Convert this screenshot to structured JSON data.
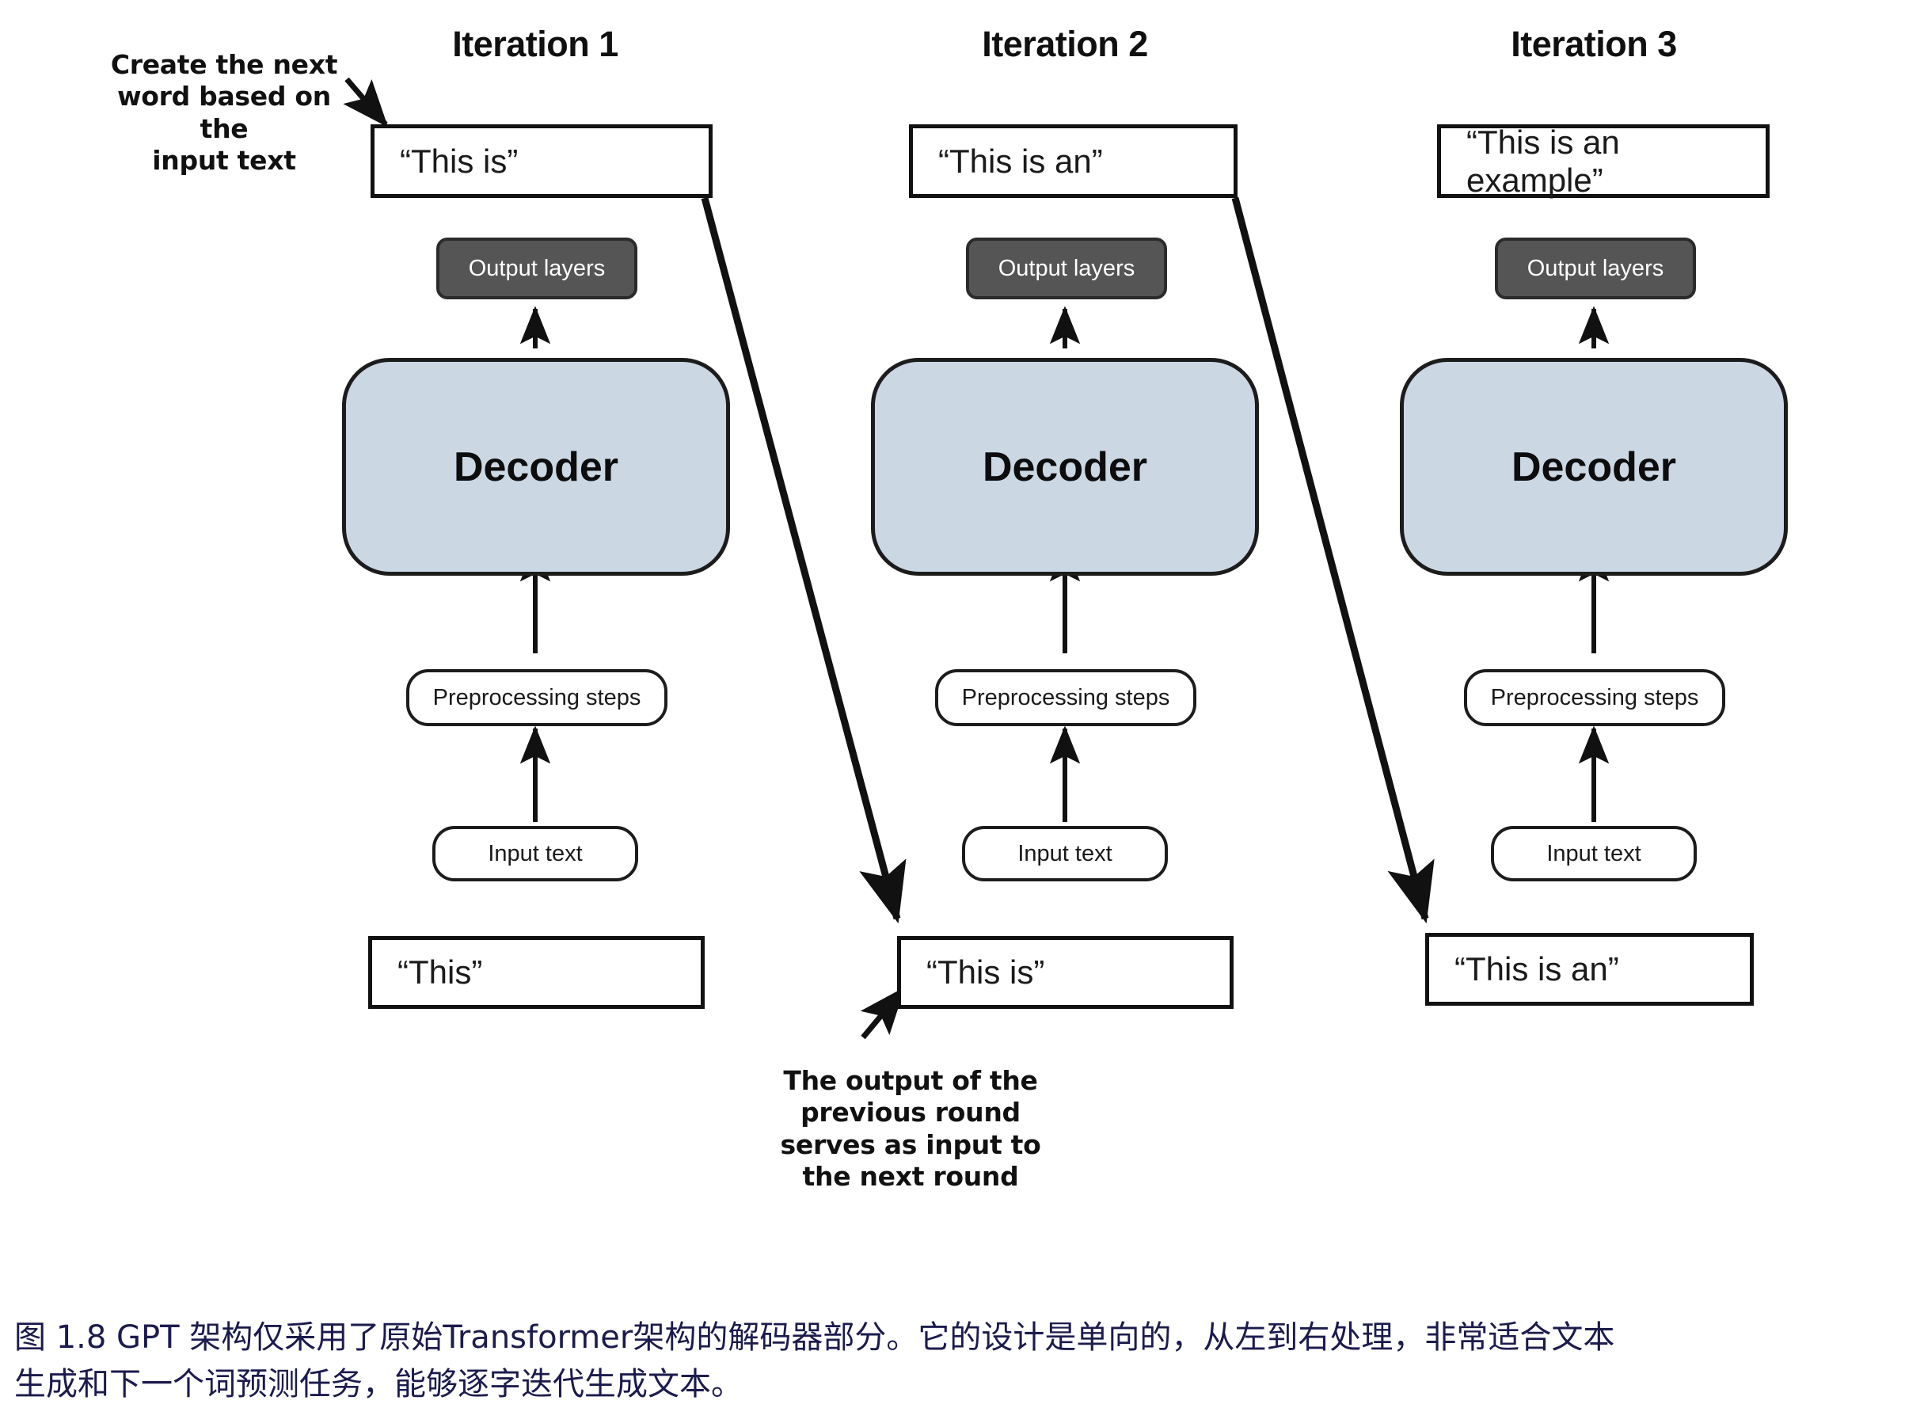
{
  "figure": {
    "caption_line1": "图 1.8  GPT 架构仅采用了原始Transformer架构的解码器部分。它的设计是单向的，从左到右处理，非常适合文本",
    "caption_line2": "生成和下一个词预测任务，能够逐字迭代生成文本。",
    "caption_color": "#1b1b4d"
  },
  "annotations": {
    "top_left": "Create the next word based on the input text",
    "top_left_lines": [
      "Create the next",
      "word based on the",
      "input text"
    ],
    "bottom_center": "The output of the previous round serves as input to the next round",
    "bottom_center_lines": [
      "The output of the",
      "previous round",
      "serves as input to",
      "the next round"
    ]
  },
  "colors": {
    "decoder_fill": "#ccd7e4",
    "output_layers_fill": "#555555",
    "stroke": "#111111",
    "box_fill": "#ffffff"
  },
  "labels": {
    "output_layers": "Output layers",
    "decoder": "Decoder",
    "preprocessing": "Preprocessing steps",
    "input_text": "Input text"
  },
  "iterations": [
    {
      "title": "Iteration 1",
      "output_text": "“This is”",
      "input_text": "“This”"
    },
    {
      "title": "Iteration 2",
      "output_text": "“This is an”",
      "input_text": "“This is”"
    },
    {
      "title": "Iteration 3",
      "output_text": "“This is an example”",
      "input_text": "“This is an”"
    }
  ]
}
